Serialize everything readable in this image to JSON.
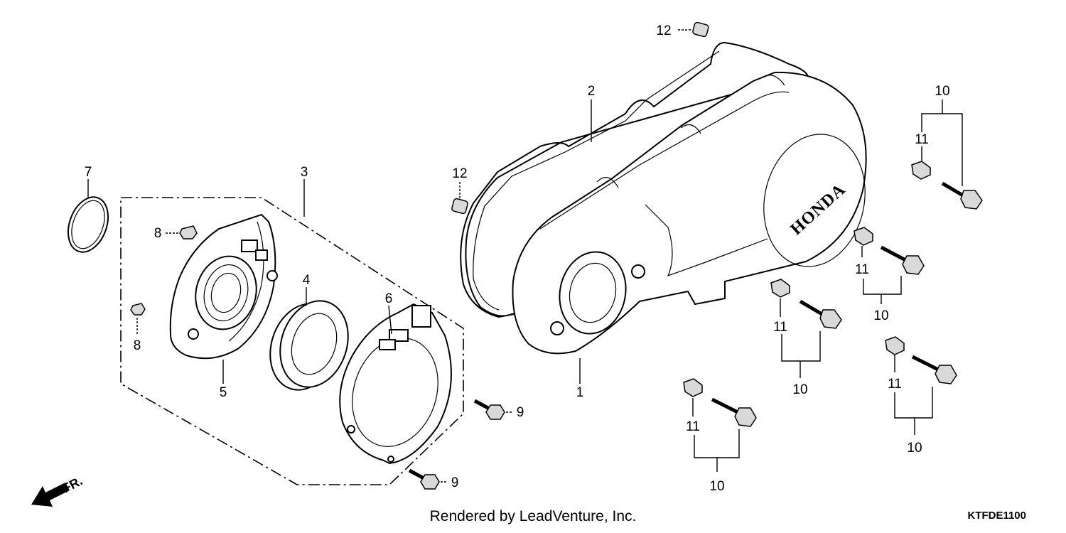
{
  "diagram": {
    "callouts": {
      "p1": "1",
      "p2": "2",
      "p3": "3",
      "p4": "4",
      "p5": "5",
      "p6": "6",
      "p7": "7",
      "p8a": "8",
      "p8b": "8",
      "p9a": "9",
      "p9b": "9",
      "p10a": "10",
      "p10b": "10",
      "p10c": "10",
      "p10d": "10",
      "p10e": "10",
      "p11a": "11",
      "p11b": "11",
      "p11c": "11",
      "p11d": "11",
      "p11e": "11",
      "p12a": "12",
      "p12b": "12"
    },
    "brand_mark": "HONDA",
    "front_indicator": "FR.",
    "footer_credit": "Rendered by LeadVenture, Inc.",
    "diagram_code": "KTFDE1100"
  }
}
